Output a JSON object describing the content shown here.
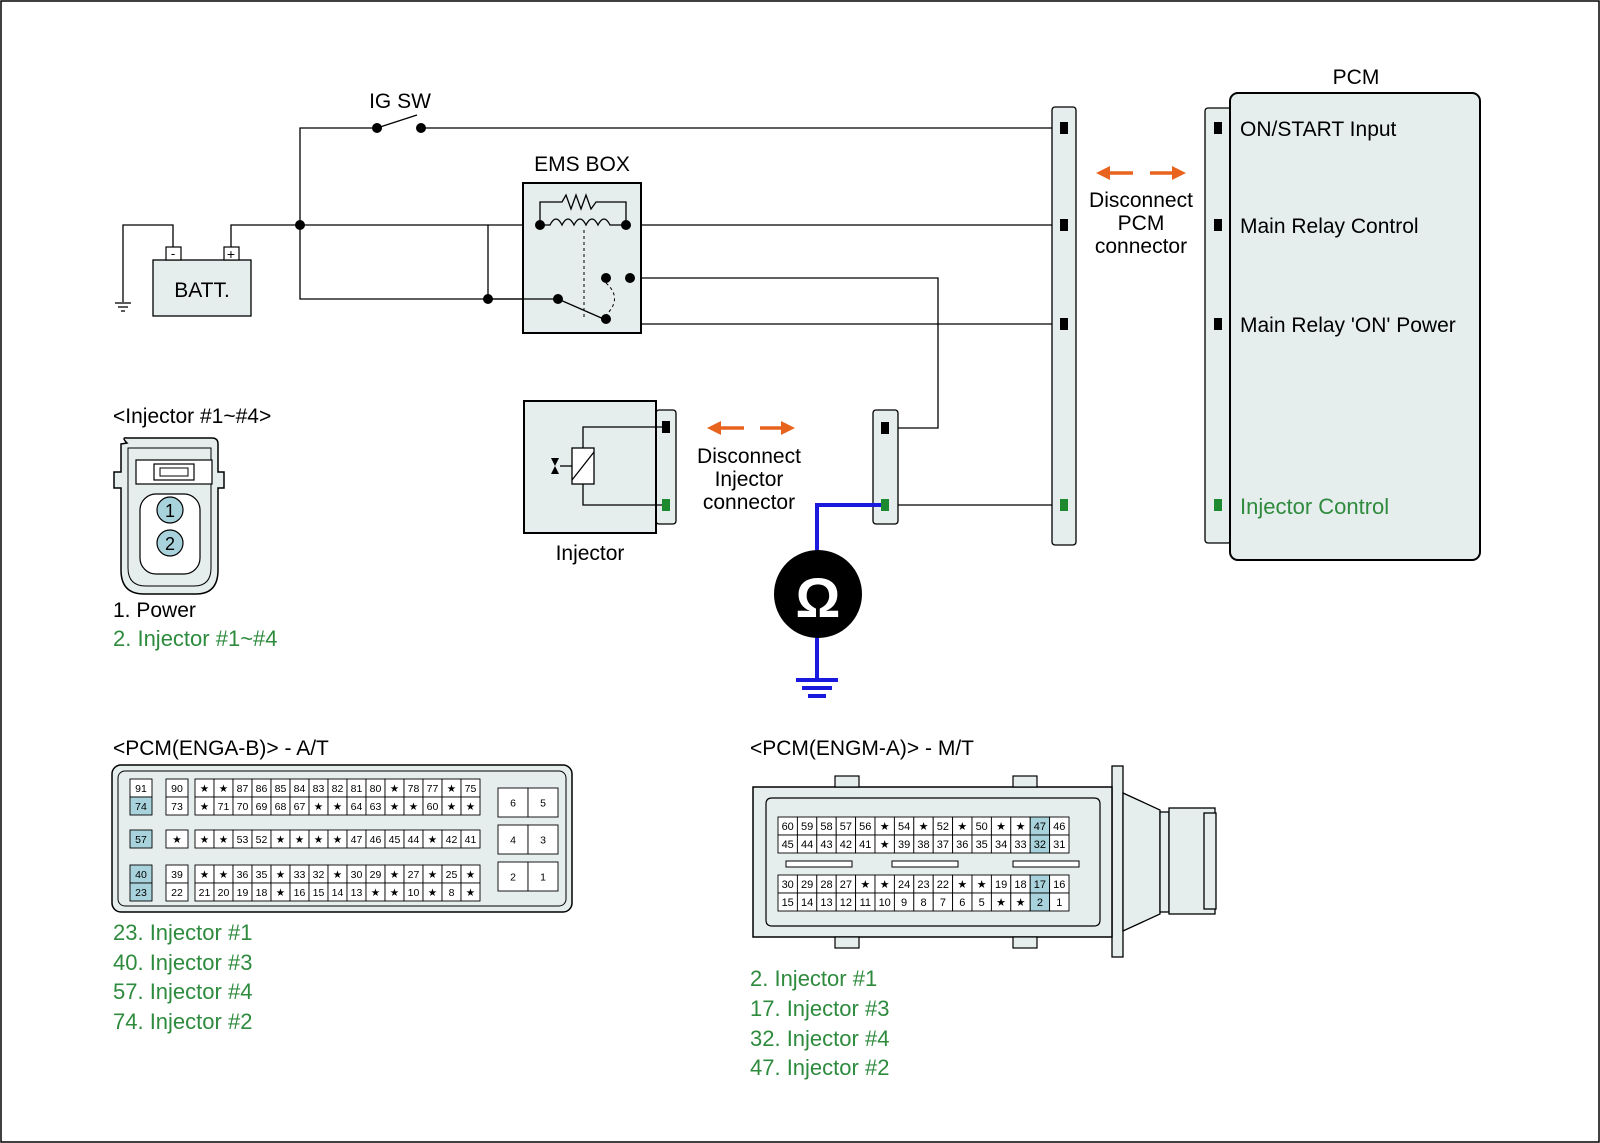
{
  "labels": {
    "ig_sw": "IG SW",
    "ems_box": "EMS BOX",
    "batt": "BATT.",
    "batt_neg": "-",
    "batt_pos": "+",
    "pcm": "PCM",
    "disconnect_pcm": [
      "Disconnect",
      "PCM",
      "connector"
    ],
    "disconnect_injector": [
      "Disconnect",
      "Injector",
      "connector"
    ],
    "injector": "Injector",
    "ohm_symbol": "Ω"
  },
  "pcm_pins": [
    {
      "label": "ON/START Input",
      "color": "#000000"
    },
    {
      "label": "Main Relay Control",
      "color": "#000000"
    },
    {
      "label": "Main Relay 'ON' Power",
      "color": "#000000"
    },
    {
      "label": "Injector Control",
      "color": "#2e8b3e"
    }
  ],
  "injector_connector": {
    "title": "<Injector #1~#4>",
    "pins": [
      "1",
      "2"
    ],
    "legend": [
      {
        "text": "1. Power",
        "color": "#000000"
      },
      {
        "text": "2. Injector #1~#4",
        "color": "#2e8b3e"
      }
    ]
  },
  "pcm_at": {
    "title": "<PCM(ENGA-B)> - A/T",
    "highlighted_pins": [
      "74",
      "57",
      "40",
      "23"
    ],
    "block1_rows": [
      [
        "91",
        "90",
        "★",
        "★",
        "87",
        "86",
        "85",
        "84",
        "83",
        "82",
        "81",
        "80",
        "★",
        "78",
        "77",
        "★",
        "75"
      ],
      [
        "74",
        "73",
        "★",
        "71",
        "70",
        "69",
        "68",
        "67",
        "★",
        "★",
        "64",
        "63",
        "★",
        "★",
        "60",
        "★",
        "★"
      ]
    ],
    "block2_row": [
      "57",
      "★",
      "★",
      "★",
      "53",
      "52",
      "★",
      "★",
      "★",
      "★",
      "47",
      "46",
      "45",
      "44",
      "★",
      "42",
      "41"
    ],
    "block3_rows": [
      [
        "40",
        "39",
        "★",
        "★",
        "36",
        "35",
        "★",
        "33",
        "32",
        "★",
        "30",
        "29",
        "★",
        "27",
        "★",
        "25",
        "★"
      ],
      [
        "23",
        "22",
        "21",
        "20",
        "19",
        "18",
        "★",
        "16",
        "15",
        "14",
        "13",
        "★",
        "★",
        "10",
        "★",
        "8",
        "★"
      ]
    ],
    "right_pins": [
      [
        "6",
        "5"
      ],
      [
        "4",
        "3"
      ],
      [
        "2",
        "1"
      ]
    ],
    "legend": [
      "23. Injector #1",
      "40. Injector #3",
      "57. Injector #4",
      "74. Injector #2"
    ]
  },
  "pcm_mt": {
    "title": "<PCM(ENGM-A)> - M/T",
    "highlighted_pins": [
      "47",
      "32",
      "17",
      "2"
    ],
    "top_rows": [
      [
        "60",
        "59",
        "58",
        "57",
        "56",
        "★",
        "54",
        "★",
        "52",
        "★",
        "50",
        "★",
        "★",
        "47",
        "46"
      ],
      [
        "45",
        "44",
        "43",
        "42",
        "41",
        "★",
        "39",
        "38",
        "37",
        "36",
        "35",
        "34",
        "33",
        "32",
        "31"
      ]
    ],
    "bottom_rows": [
      [
        "30",
        "29",
        "28",
        "27",
        "★",
        "★",
        "24",
        "23",
        "22",
        "★",
        "★",
        "19",
        "18",
        "17",
        "16"
      ],
      [
        "15",
        "14",
        "13",
        "12",
        "11",
        "10",
        "9",
        "8",
        "7",
        "6",
        "5",
        "★",
        "★",
        "2",
        "1"
      ]
    ],
    "legend": [
      "2. Injector #1",
      "17. Injector #3",
      "32. Injector #4",
      "47. Injector #2"
    ]
  },
  "colors": {
    "component_fill": "#e6eded",
    "pin_highlight": "#a9d3dc",
    "arrow": "#e8641e",
    "probe_wire": "#1a1adf",
    "green_pin": "#1e8a30",
    "green_text": "#2e8b3e"
  }
}
